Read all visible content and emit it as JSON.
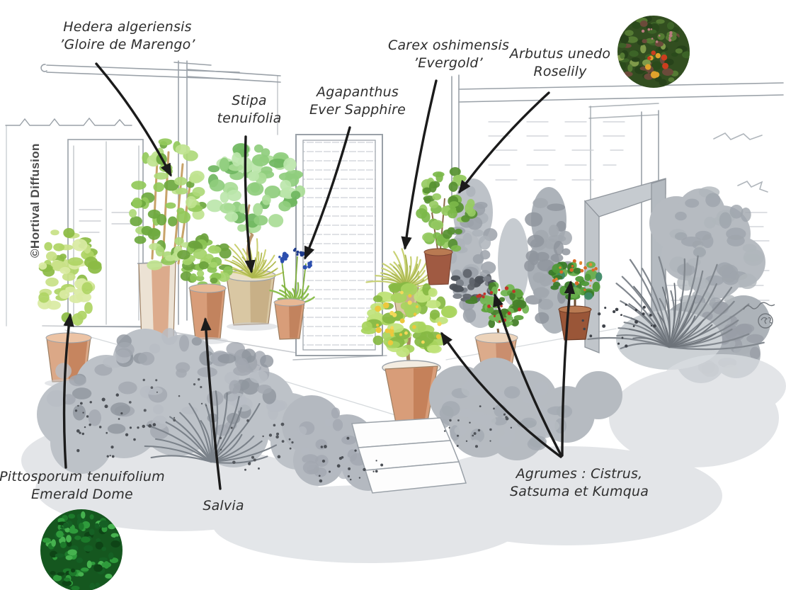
{
  "attribution": {
    "text": "©Hortival Diffusion"
  },
  "labels": {
    "hedera": {
      "line1": "Hedera algeriensis",
      "line2": "’Gloire de Marengo’"
    },
    "stipa": {
      "line1": "Stipa",
      "line2": "tenuifolia"
    },
    "agapanthus": {
      "line1": "Agapanthus",
      "line2": "Ever Sapphire"
    },
    "carex": {
      "line1": "Carex oshimensis",
      "line2": "’Evergold’"
    },
    "arbutus": {
      "line1": "Arbutus unedo",
      "line2": "Roselily"
    },
    "pittosporum": {
      "line1": "Pittosporum tenuifolium",
      "line2": "Emerald Dome"
    },
    "salvia": {
      "line1": "Salvia"
    },
    "agrumes": {
      "line1": "Agrumes : Cistrus,",
      "line2": "Satsuma et Kumqua"
    }
  },
  "photos": {
    "arbutus_berries": "Arbutus unedo Roselily berries photo",
    "pittosporum_foliage": "Pittosporum Emerald Dome foliage photo"
  },
  "colors": {
    "arrow": "#1b1b1b",
    "pencil": "#9aa1a8",
    "terracotta_pot": "#d89d79",
    "tan_pot": "#d9c7a3",
    "foliage_green": "#9ccb5f",
    "citrus_fruit": "#ecc83d",
    "agapanthus_blue": "#2c4fae",
    "satsuma_berry": "#c13428",
    "kumquat_fruit": "#d96a27"
  }
}
